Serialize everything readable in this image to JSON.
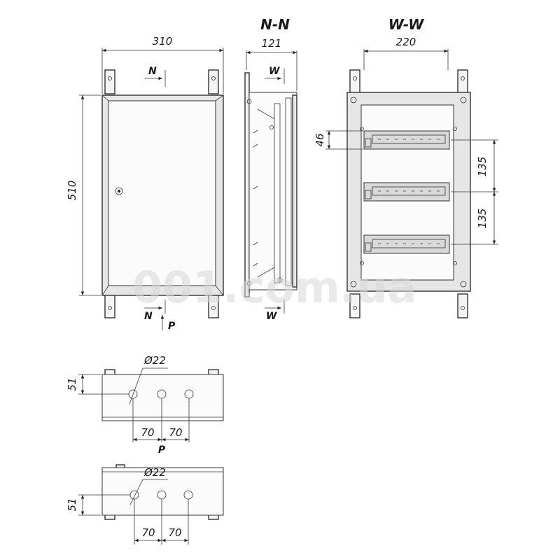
{
  "watermark": "001.com.ua",
  "sections": {
    "nn": "N-N",
    "ww": "W-W"
  },
  "front_view": {
    "width": "310",
    "height": "510",
    "section_mark_top": "N",
    "section_mark_bottom": "N",
    "view_mark": "P"
  },
  "side_view": {
    "depth": "121",
    "section_mark_top": "W",
    "section_mark_bottom": "W"
  },
  "rail_view": {
    "width": "220",
    "rail_height": "46",
    "rail_spacing_1": "135",
    "rail_spacing_2": "135"
  },
  "bottom_view_1": {
    "height": "51",
    "hole_diameter": "Ø22",
    "pitch_1": "70",
    "pitch_2": "70",
    "view_mark": "P"
  },
  "bottom_view_2": {
    "height": "51",
    "hole_diameter": "Ø22",
    "pitch_1": "70",
    "pitch_2": "70"
  },
  "colors": {
    "line": "#222222",
    "fill_body": "#f4f4f4",
    "fill_rail": "#d9d9d9",
    "watermark": "#d8d8d8"
  }
}
